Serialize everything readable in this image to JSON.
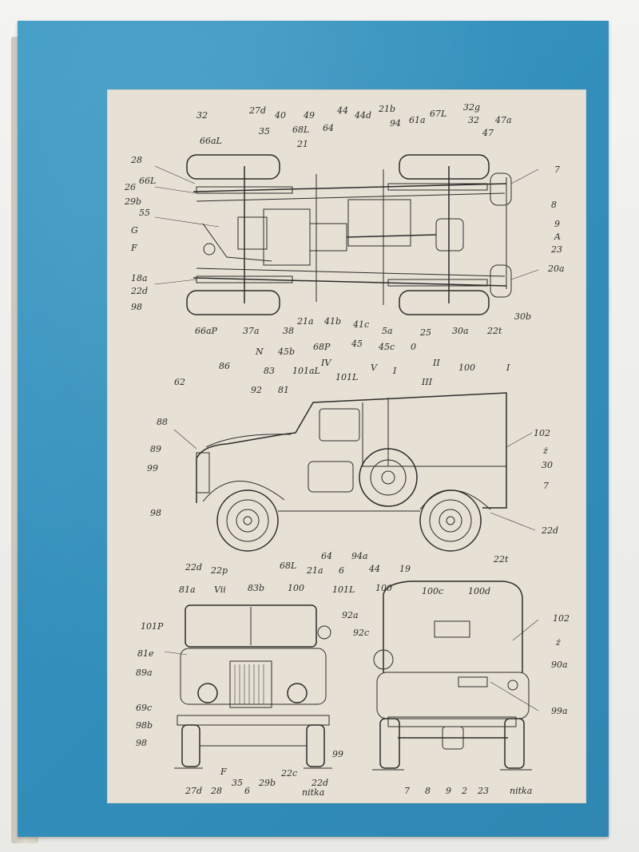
{
  "labels": {
    "top_view": [
      "32",
      "27d",
      "40",
      "35",
      "66aL",
      "68L",
      "49",
      "21",
      "64",
      "44",
      "44d",
      "21b",
      "94",
      "61a",
      "67L",
      "32g",
      "32",
      "47a",
      "47",
      "28",
      "66L",
      "26",
      "29b",
      "55",
      "G",
      "F",
      "18a",
      "22d",
      "98",
      "7",
      "8",
      "9",
      "A",
      "23",
      "20a",
      "30b",
      "66aP",
      "37a",
      "N",
      "38",
      "45b",
      "21a",
      "41b",
      "68P",
      "41c",
      "45",
      "5a",
      "45c",
      "0",
      "25",
      "30a",
      "22t"
    ],
    "side_view": [
      "IV",
      "62",
      "86",
      "83",
      "101aL",
      "101L",
      "V",
      "I",
      "II",
      "III",
      "100",
      "I",
      "92",
      "81",
      "88",
      "89",
      "99",
      "98",
      "102",
      "ż",
      "30",
      "7",
      "22d",
      "22d",
      "22p",
      "68L",
      "21a",
      "64",
      "6",
      "94a",
      "44",
      "19",
      "22t"
    ],
    "front_view": [
      "81a",
      "Vii",
      "83b",
      "100",
      "101L",
      "101P",
      "92a",
      "92c",
      "81e",
      "89a",
      "69c",
      "98b",
      "98",
      "99",
      "27d",
      "28",
      "F",
      "35",
      "6",
      "29b",
      "22c",
      "22d",
      "nitka"
    ],
    "rear_view": [
      "100",
      "100c",
      "100d",
      "102",
      "ż",
      "90a",
      "99a",
      "7",
      "8",
      "9",
      "2",
      "23",
      "nitka"
    ]
  }
}
